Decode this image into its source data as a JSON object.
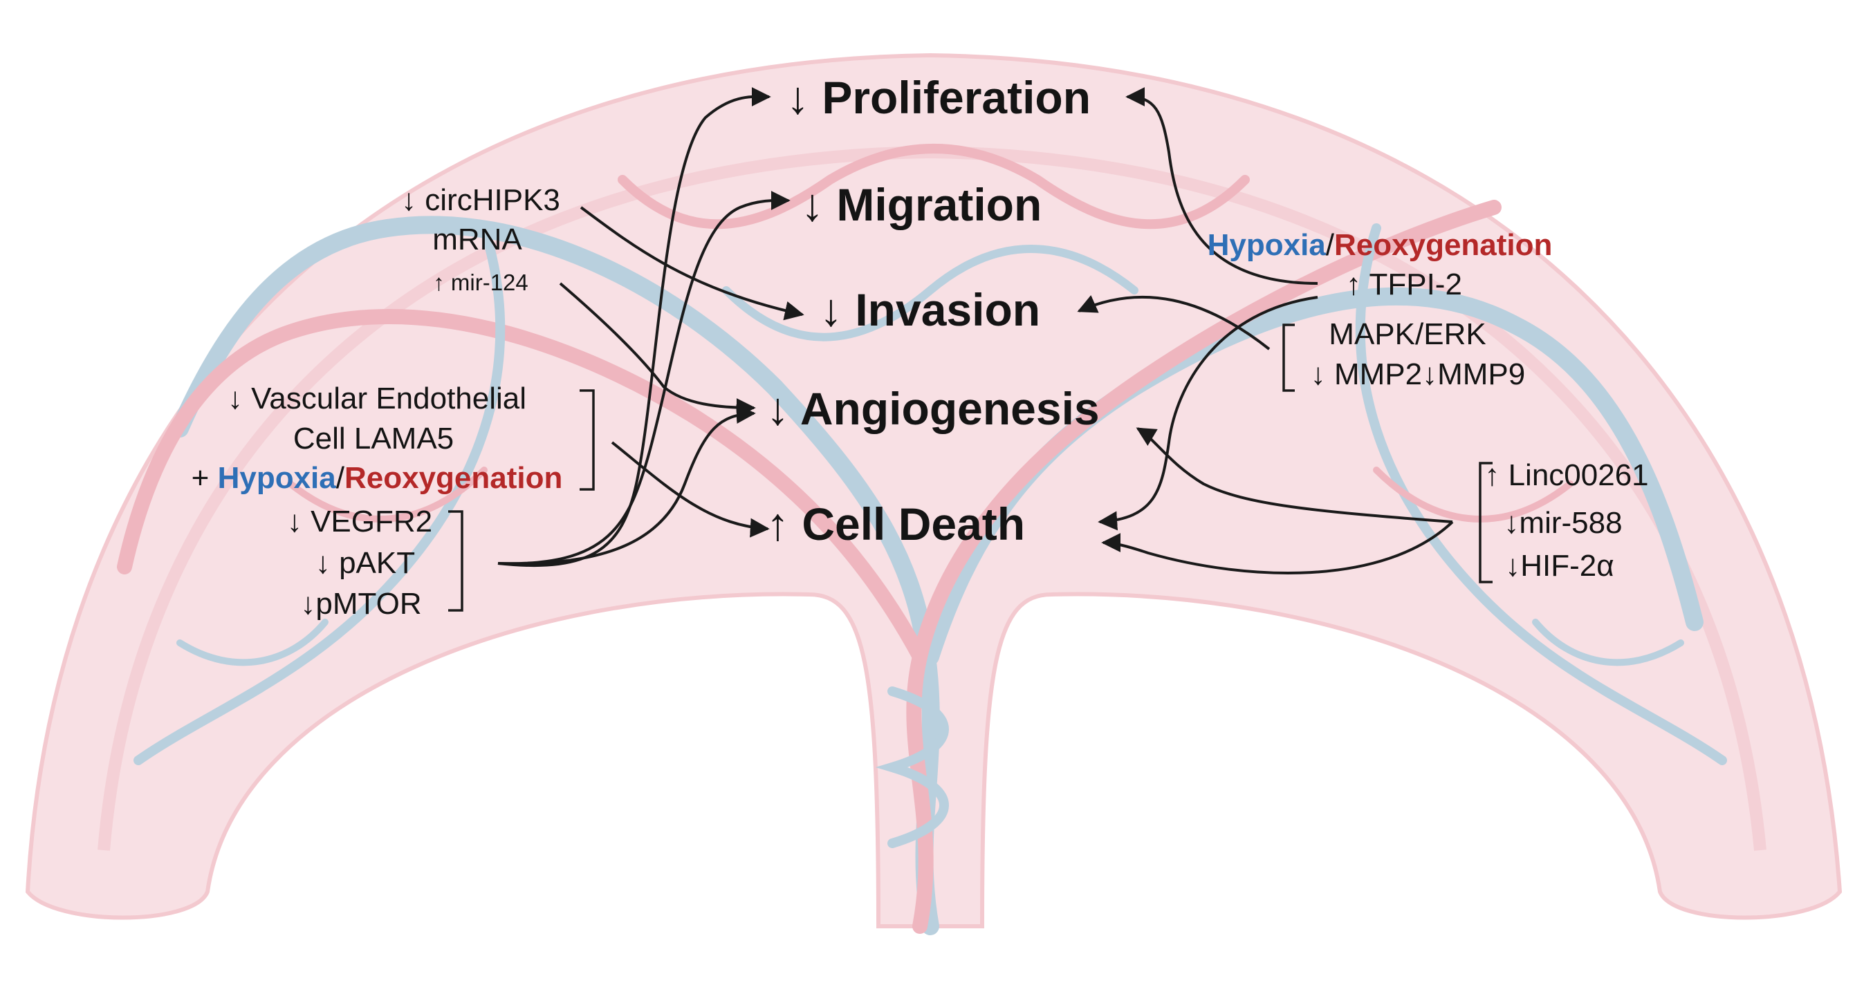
{
  "colors": {
    "hypoxia": "#2e6fb6",
    "reoxygenation": "#b42828",
    "arrow": "#1a1a1a",
    "placenta_fill": "#f8e0e4",
    "placenta_edge": "#f3c9cf",
    "vessel_blue": "#b9d0de",
    "vessel_red": "#efb6bf"
  },
  "outcomes": {
    "proliferation": "↓ Proliferation",
    "migration": "↓ Migration",
    "invasion": "↓ Invasion",
    "angiogenesis": "↓ Angiogenesis",
    "cell_death": "↑ Cell Death"
  },
  "left_top": {
    "line1": "↓ circHIPK3",
    "line2": "mRNA",
    "line3": "↑ mir-124"
  },
  "left_middle": {
    "line1": "↓ Vascular Endothelial",
    "line2": "Cell LAMA5",
    "plus": "+",
    "hypoxia": "Hypoxia",
    "slash": "/",
    "reoxygenation": "Reoxygenation"
  },
  "left_bottom": {
    "line1": "↓ VEGFR2",
    "line2": "↓ pAKT",
    "line3": "↓pMTOR"
  },
  "right_top": {
    "hypoxia": "Hypoxia",
    "slash": "/",
    "reoxygenation": "Reoxygenation",
    "tfpi": "↑ TFPI-2",
    "mapk": "MAPK/ERK",
    "mmp": "↓ MMP2↓MMP9"
  },
  "right_bottom": {
    "line1": "↑ Linc00261",
    "line2": "↓mir-588",
    "line3": "↓HIF-2α"
  }
}
